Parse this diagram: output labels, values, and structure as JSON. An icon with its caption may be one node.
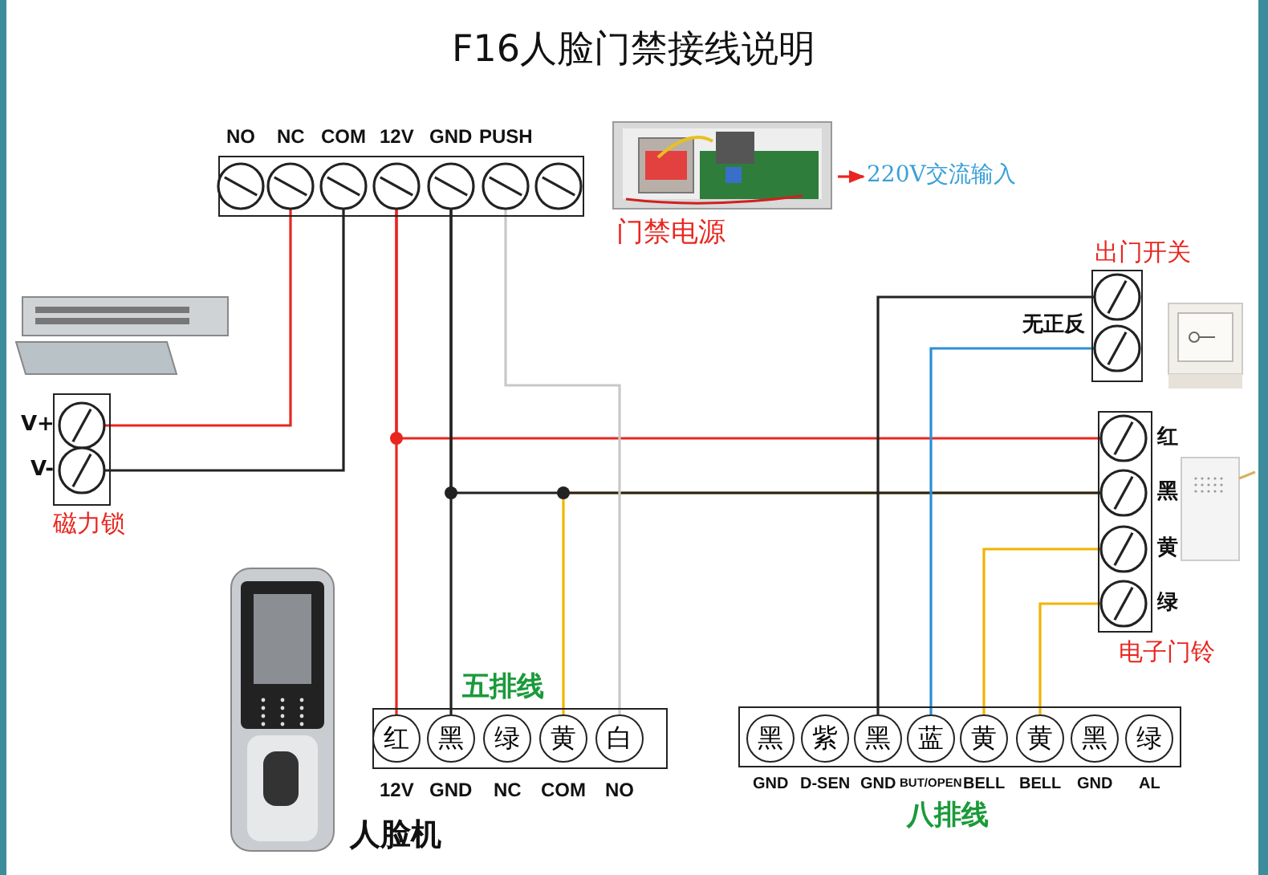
{
  "diagram": {
    "title": "F16人脸门禁接线说明",
    "nodes": [
      {
        "text": [],
        "shape": "box"
      },
      {
        "text": [
          "NO"
        ],
        "in": 0
      },
      {
        "text": [
          "NC"
        ],
        "in": 0
      },
      {
        "text": [
          "COM"
        ],
        "in": 0
      },
      {
        "text": [
          "12V"
        ],
        "in": 0
      },
      {
        "text": [
          "GND"
        ],
        "in": 0
      },
      {
        "text": [
          "PUSH"
        ],
        "in": 0
      },
      {
        "text": [],
        "shape": "circle",
        "in": 0
      },
      {
        "text": [
          "门禁电源"
        ]
      },
      {
        "text": [
          "220V交流输入"
        ]
      },
      {
        "text": [
          "出门开关"
        ],
        "beside": [
          "无正反"
        ]
      },
      {
        "text": [],
        "shape": "circle",
        "in": 10
      },
      {
        "text": [],
        "shape": "circle",
        "in": 10
      },
      {
        "text": [
          "电子门铃"
        ]
      },
      {
        "text": [
          "红"
        ],
        "in": 13
      },
      {
        "text": [
          "黑"
        ],
        "in": 13
      },
      {
        "text": [
          "黄"
        ],
        "in": 13
      },
      {
        "text": [
          "绿"
        ],
        "in": 13
      },
      {
        "text": [
          "磁力锁"
        ]
      },
      {
        "text": [
          "V+"
        ],
        "in": 18
      },
      {
        "text": [
          "V-"
        ],
        "in": 18
      },
      {
        "text": [
          "五排线"
        ]
      },
      {
        "text": [
          "红"
        ],
        "in": 21,
        "beside": [
          "12V"
        ]
      },
      {
        "text": [
          "黑"
        ],
        "in": 21,
        "beside": [
          "GND"
        ]
      },
      {
        "text": [
          "绿"
        ],
        "in": 21,
        "beside": [
          "NC"
        ]
      },
      {
        "text": [
          "黄"
        ],
        "in": 21,
        "beside": [
          "COM"
        ]
      },
      {
        "text": [
          "白"
        ],
        "in": 21,
        "beside": [
          "NO"
        ]
      },
      {
        "text": [
          "八排线"
        ]
      },
      {
        "text": [
          "黑"
        ],
        "in": 27,
        "beside": [
          "GND"
        ]
      },
      {
        "text": [
          "紫"
        ],
        "in": 27,
        "beside": [
          "D-SEN"
        ]
      },
      {
        "text": [
          "黑"
        ],
        "in": 27,
        "beside": [
          "GND"
        ]
      },
      {
        "text": [
          "蓝"
        ],
        "in": 27,
        "beside": [
          "BUT/OPEN"
        ]
      },
      {
        "text": [
          "黄"
        ],
        "in": 27,
        "beside": [
          "BELL"
        ]
      },
      {
        "text": [
          "黄"
        ],
        "in": 27,
        "beside": [
          "BELL"
        ]
      },
      {
        "text": [
          "黑"
        ],
        "in": 27,
        "beside": [
          "GND"
        ]
      },
      {
        "text": [
          "绿"
        ],
        "in": 27,
        "beside": [
          "AL"
        ]
      }
    ],
    "edges": [
      {
        "from": 2,
        "to": 19,
        "arrow": "none",
        "color": "#e8261f"
      },
      {
        "from": 3,
        "to": 20,
        "arrow": "none",
        "color": "#222222"
      },
      {
        "from": 4,
        "to": 22,
        "arrow": "none",
        "color": "#e8261f"
      },
      {
        "from": 4,
        "to": 14,
        "arrow": "none",
        "color": "#e8261f"
      },
      {
        "from": 25,
        "to": 15,
        "arrow": "none",
        "color": "#f2b400"
      },
      {
        "from": 5,
        "to": 23,
        "arrow": "none",
        "color": "#222222"
      },
      {
        "from": 5,
        "to": 15,
        "arrow": "none",
        "color": "#222222"
      },
      {
        "from": 6,
        "to": 26,
        "arrow": "none",
        "color": "#c8c8c8"
      },
      {
        "from": 30,
        "to": 11,
        "arrow": "none",
        "color": "#222222"
      },
      {
        "from": 31,
        "to": 12,
        "arrow": "none",
        "color": "#2a8fd6"
      },
      {
        "from": 32,
        "to": 16,
        "arrow": "none",
        "color": "#f2b400"
      },
      {
        "from": 33,
        "to": 17,
        "arrow": "none",
        "color": "#f2b400"
      },
      {
        "from": 8,
        "to": 9,
        "arrow": "to",
        "color": "#e8261f"
      }
    ],
    "labels": [
      "人脸机"
    ]
  }
}
